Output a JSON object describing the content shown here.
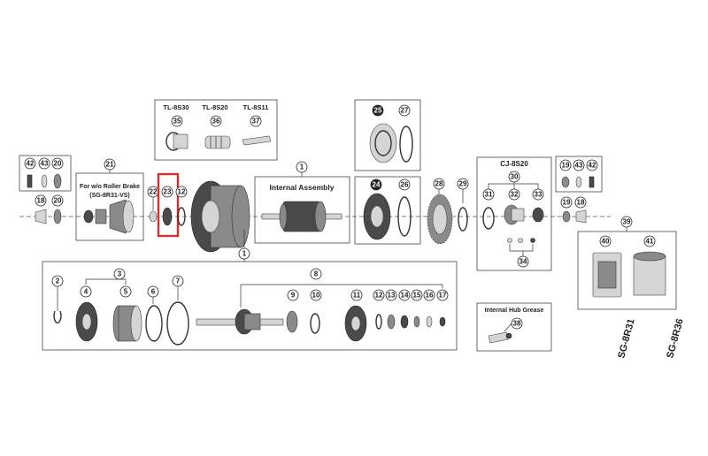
{
  "labels": {
    "tool_1": "TL-8S30",
    "tool_2": "TL-8S20",
    "tool_3": "TL-8S11",
    "roller_brake_line1": "For w/o Roller Brake",
    "roller_brake_line2": "(SG-8R31-VS)",
    "internal_assembly": "Internal Assembly",
    "cj": "CJ-8S20",
    "grease": "Internal Hub Grease",
    "model_1": "SG-8R31",
    "model_2": "SG-8R36"
  },
  "callouts": {
    "n1a": "1",
    "n1b": "1",
    "n2": "2",
    "n3": "3",
    "n4": "4",
    "n5": "5",
    "n6": "6",
    "n7": "7",
    "n8": "8",
    "n9": "9",
    "n10": "10",
    "n11": "11",
    "n12a": "12",
    "n12b": "12",
    "n13": "13",
    "n14": "14",
    "n15": "15",
    "n16": "16",
    "n17": "17",
    "n18": "18",
    "n18b": "18",
    "n19a": "19",
    "n19b": "19",
    "n20a": "20",
    "n20b": "20",
    "n21": "21",
    "n22": "22",
    "n23": "23",
    "n24": "24",
    "n25": "25",
    "n26": "26",
    "n27": "27",
    "n28": "28",
    "n29": "29",
    "n30": "30",
    "n31": "31",
    "n32": "32",
    "n33": "33",
    "n34": "34",
    "n35": "35",
    "n36": "36",
    "n37": "37",
    "n38": "38",
    "n39": "39",
    "n40": "40",
    "n41": "41",
    "n42a": "42",
    "n42b": "42",
    "n43a": "43",
    "n43b": "43"
  },
  "colors": {
    "highlight": "#d32f2f",
    "line": "#333333",
    "part": "#8a8a8a"
  },
  "highlighted_part": "23"
}
